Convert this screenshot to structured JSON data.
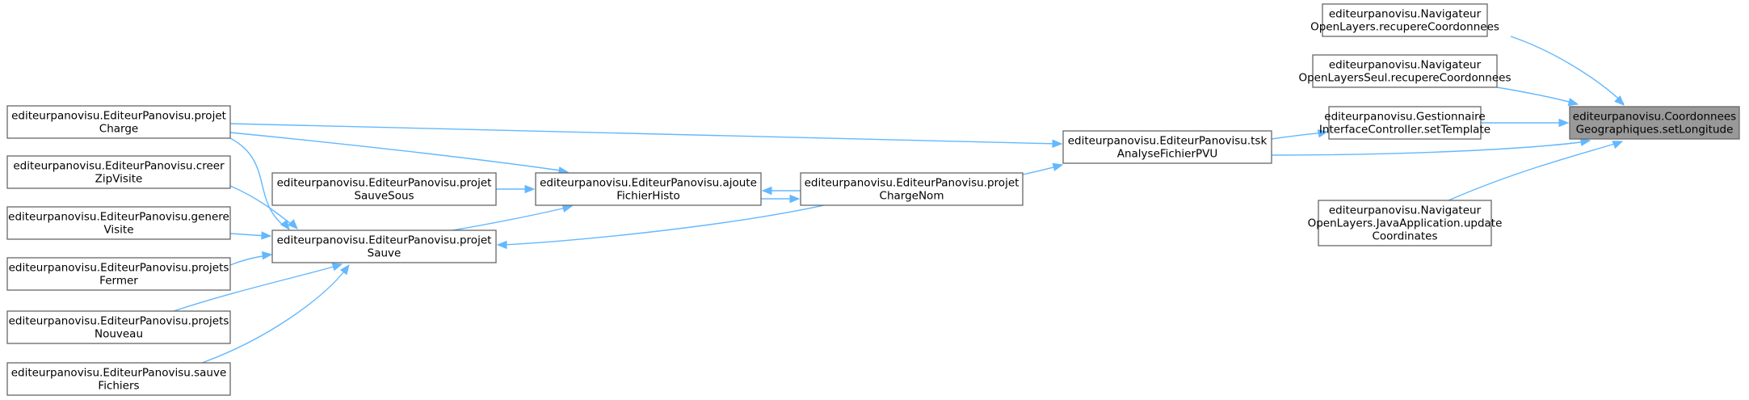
{
  "diagram": {
    "nodes": [
      {
        "id": "target",
        "lines": [
          "editeurpanovisu.Coordonnees",
          "Geographiques.setLongitude"
        ],
        "highlight": true
      },
      {
        "id": "navOL",
        "lines": [
          "editeurpanovisu.Navigateur",
          "OpenLayers.recupereCoordonnees"
        ]
      },
      {
        "id": "navOLS",
        "lines": [
          "editeurpanovisu.Navigateur",
          "OpenLayersSeul.recupereCoordonnees"
        ]
      },
      {
        "id": "gest",
        "lines": [
          "editeurpanovisu.Gestionnaire",
          "InterfaceController.setTemplate"
        ]
      },
      {
        "id": "navJava",
        "lines": [
          "editeurpanovisu.Navigateur",
          "OpenLayers.JavaApplication.update",
          "Coordinates"
        ]
      },
      {
        "id": "tsk",
        "lines": [
          "editeurpanovisu.EditeurPanovisu.tsk",
          "AnalyseFichierPVU"
        ]
      },
      {
        "id": "chargeNom",
        "lines": [
          "editeurpanovisu.EditeurPanovisu.projet",
          "ChargeNom"
        ]
      },
      {
        "id": "ajoute",
        "lines": [
          "editeurpanovisu.EditeurPanovisu.ajoute",
          "FichierHisto"
        ]
      },
      {
        "id": "sauveSous",
        "lines": [
          "editeurpanovisu.EditeurPanovisu.projet",
          "SauveSous"
        ]
      },
      {
        "id": "sauve",
        "lines": [
          "editeurpanovisu.EditeurPanovisu.projet",
          "Sauve"
        ]
      },
      {
        "id": "charge",
        "lines": [
          "editeurpanovisu.EditeurPanovisu.projet",
          "Charge"
        ]
      },
      {
        "id": "creer",
        "lines": [
          "editeurpanovisu.EditeurPanovisu.creer",
          "ZipVisite"
        ]
      },
      {
        "id": "genere",
        "lines": [
          "editeurpanovisu.EditeurPanovisu.genere",
          "Visite"
        ]
      },
      {
        "id": "fermer",
        "lines": [
          "editeurpanovisu.EditeurPanovisu.projets",
          "Fermer"
        ]
      },
      {
        "id": "nouveau",
        "lines": [
          "editeurpanovisu.EditeurPanovisu.projets",
          "Nouveau"
        ]
      },
      {
        "id": "sauveFich",
        "lines": [
          "editeurpanovisu.EditeurPanovisu.sauve",
          "Fichiers"
        ]
      }
    ],
    "edges": [
      {
        "from": "navOL",
        "to": "target"
      },
      {
        "from": "navOLS",
        "to": "target"
      },
      {
        "from": "gest",
        "to": "target"
      },
      {
        "from": "navJava",
        "to": "target"
      },
      {
        "from": "tsk",
        "to": "target"
      },
      {
        "from": "tsk",
        "to": "gest"
      },
      {
        "from": "chargeNom",
        "to": "tsk"
      },
      {
        "from": "charge",
        "to": "tsk"
      },
      {
        "from": "chargeNom",
        "to": "ajoute"
      },
      {
        "from": "ajoute",
        "to": "chargeNom"
      },
      {
        "from": "chargeNom",
        "to": "sauve"
      },
      {
        "from": "charge",
        "to": "ajoute"
      },
      {
        "from": "sauveSous",
        "to": "ajoute"
      },
      {
        "from": "sauve",
        "to": "ajoute"
      },
      {
        "from": "charge",
        "to": "sauve"
      },
      {
        "from": "creer",
        "to": "sauve"
      },
      {
        "from": "genere",
        "to": "sauve"
      },
      {
        "from": "fermer",
        "to": "sauve"
      },
      {
        "from": "nouveau",
        "to": "sauve"
      },
      {
        "from": "sauveFich",
        "to": "sauve"
      }
    ]
  },
  "colors": {
    "edge": "#63b8ff",
    "node_border": "#666666",
    "node_fill": "#ffffff",
    "highlight_fill": "#999999"
  }
}
